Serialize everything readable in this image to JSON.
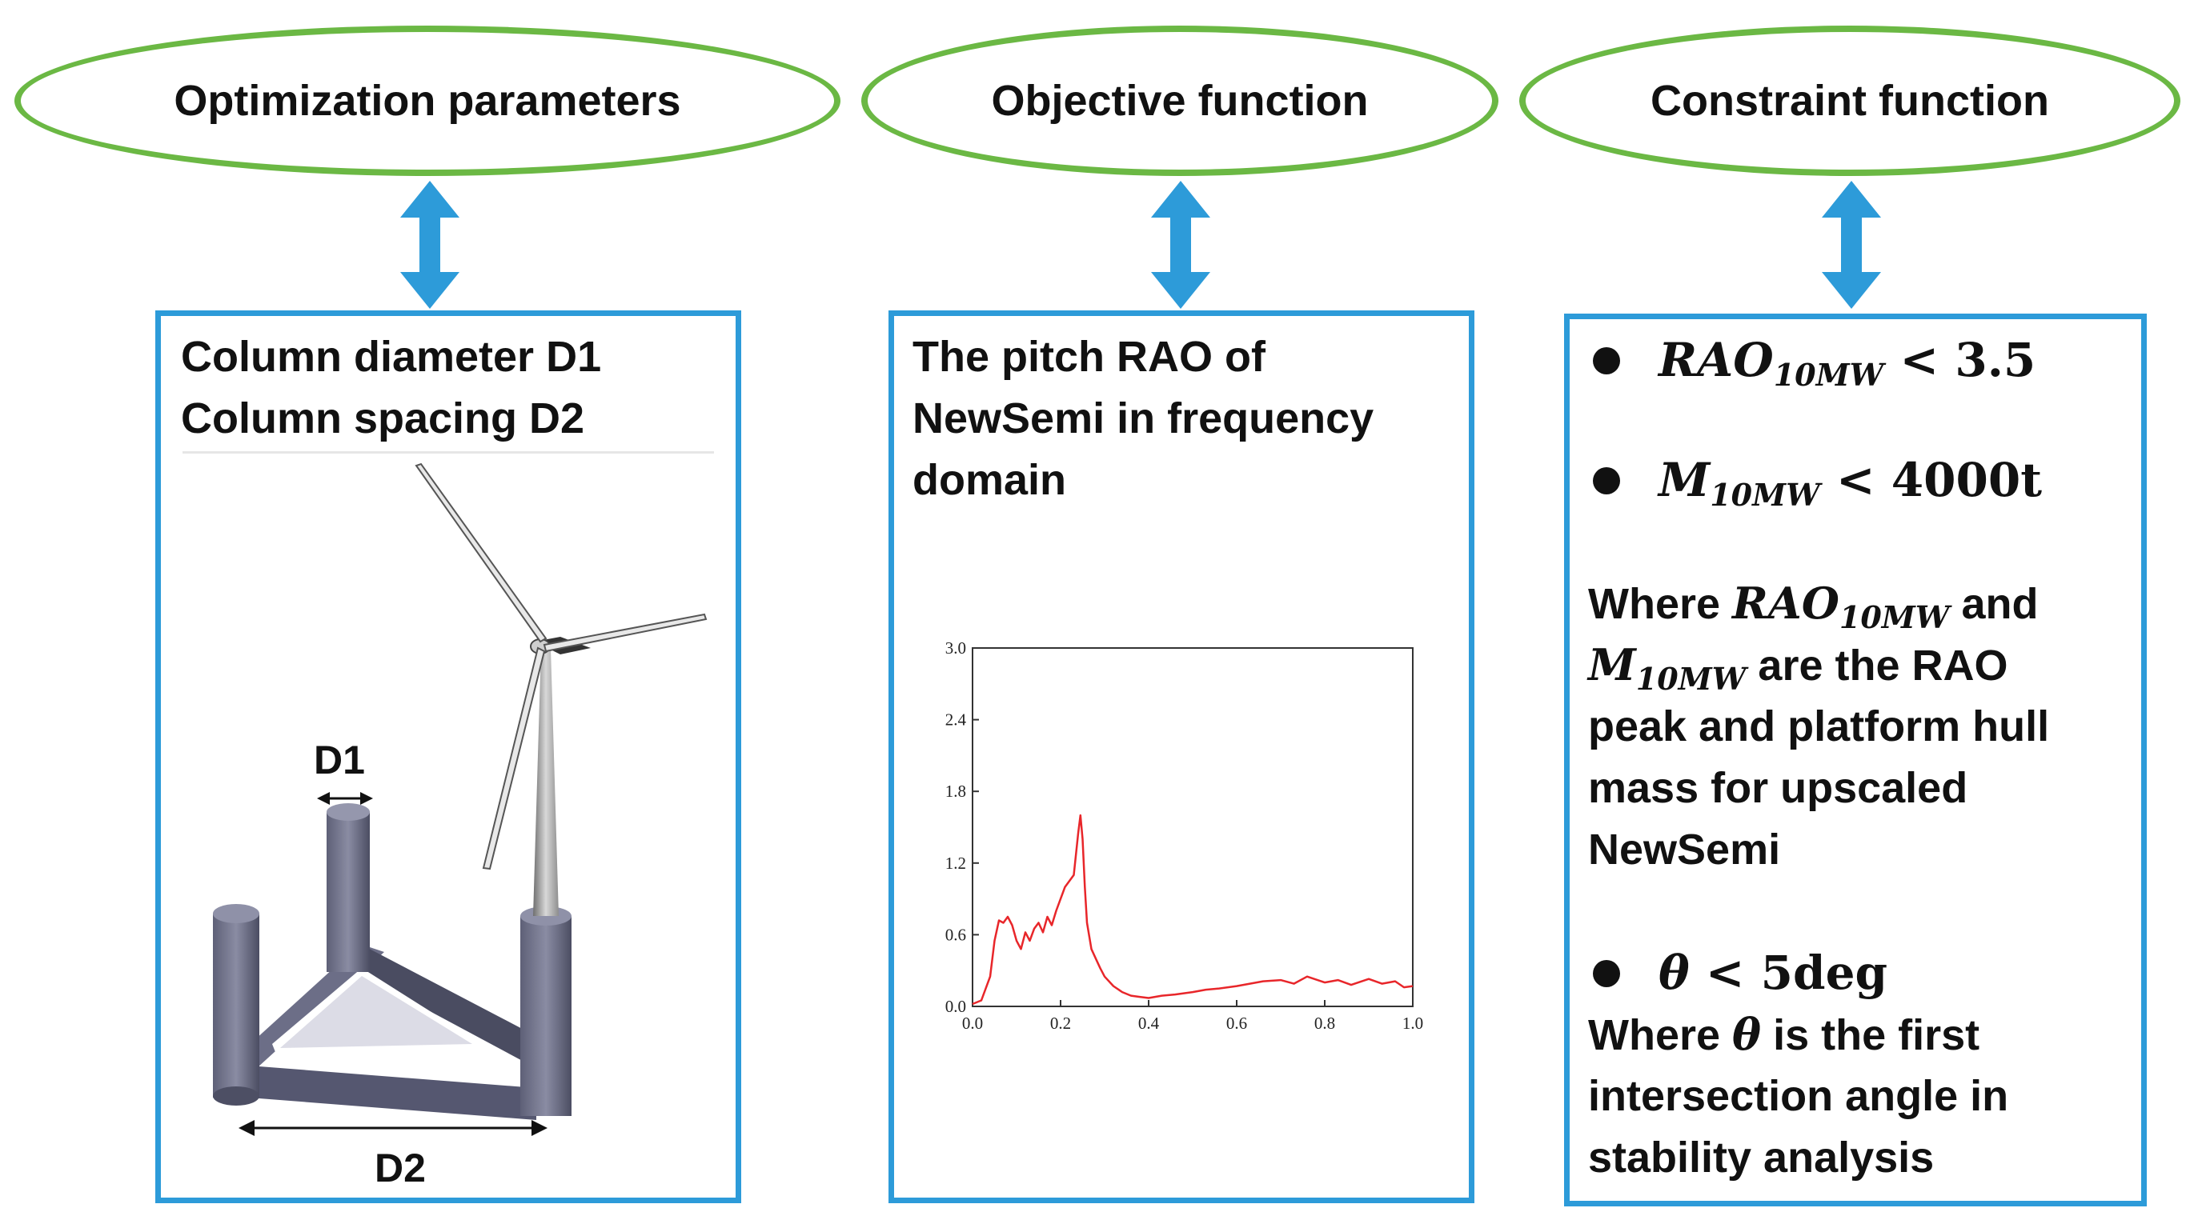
{
  "ovals": {
    "optimization": "Optimization parameters",
    "objective": "Objective function",
    "constraint": "Constraint function"
  },
  "left_box": {
    "line1": "Column diameter D1",
    "line2": "Column spacing D2",
    "label_d1": "D1",
    "label_d2": "D2"
  },
  "middle_box": {
    "line1": "The pitch RAO of",
    "line2": "NewSemi in frequency",
    "line3": "domain"
  },
  "right_box": {
    "c1_var": "RAO",
    "c1_sub": "10MW",
    "c1_rel": " < 3.5",
    "c2_var": "M",
    "c2_sub": "10MW",
    "c2_rel": " < 4000t",
    "w1a": "Where ",
    "w1_var": "RAO",
    "w1_sub": "10MW",
    "w1b": " and",
    "w2_var": "M",
    "w2_sub": "10MW",
    "w2b": "  are the RAO",
    "w3": "peak  and platform hull",
    "w4": "mass for upscaled",
    "w5": "NewSemi",
    "c3_var": "θ",
    "c3_rel": " < 5deg",
    "t1a": "Where ",
    "t1_var": "θ",
    "t1b": " is the first",
    "t2": "intersection angle in",
    "t3": "stability analysis"
  },
  "colors": {
    "oval_border": "#6bb844",
    "box_border": "#2d9bd9",
    "arrow": "#2d9bd9",
    "curve": "#e8262a"
  },
  "chart_data": {
    "type": "line",
    "title": "",
    "xlabel": "",
    "ylabel": "",
    "xlim": [
      0.0,
      1.0
    ],
    "ylim": [
      0.0,
      3.0
    ],
    "xticks": [
      "0.0",
      "0.2",
      "0.4",
      "0.6",
      "0.8",
      "1.0"
    ],
    "yticks": [
      "0.0",
      "0.6",
      "1.2",
      "1.8",
      "2.4",
      "3.0"
    ],
    "series": [
      {
        "x": [
          0.0,
          0.02,
          0.04,
          0.05,
          0.06,
          0.07,
          0.08,
          0.09,
          0.1,
          0.11,
          0.12,
          0.13,
          0.14,
          0.15,
          0.16,
          0.17,
          0.18,
          0.19,
          0.2,
          0.21,
          0.22,
          0.23,
          0.24,
          0.245,
          0.25,
          0.255,
          0.26,
          0.27,
          0.28,
          0.29,
          0.3,
          0.32,
          0.34,
          0.36,
          0.38,
          0.4,
          0.43,
          0.46,
          0.5,
          0.53,
          0.56,
          0.6,
          0.63,
          0.66,
          0.7,
          0.73,
          0.76,
          0.8,
          0.83,
          0.86,
          0.9,
          0.93,
          0.96,
          0.98,
          1.0
        ],
        "y": [
          0.02,
          0.05,
          0.25,
          0.55,
          0.72,
          0.7,
          0.75,
          0.68,
          0.55,
          0.48,
          0.62,
          0.55,
          0.65,
          0.7,
          0.62,
          0.75,
          0.68,
          0.8,
          0.9,
          1.0,
          1.05,
          1.1,
          1.45,
          1.6,
          1.4,
          1.0,
          0.7,
          0.48,
          0.4,
          0.32,
          0.25,
          0.17,
          0.12,
          0.09,
          0.08,
          0.07,
          0.09,
          0.1,
          0.12,
          0.14,
          0.15,
          0.17,
          0.19,
          0.21,
          0.22,
          0.19,
          0.25,
          0.2,
          0.22,
          0.18,
          0.23,
          0.19,
          0.21,
          0.16,
          0.17
        ]
      }
    ]
  }
}
